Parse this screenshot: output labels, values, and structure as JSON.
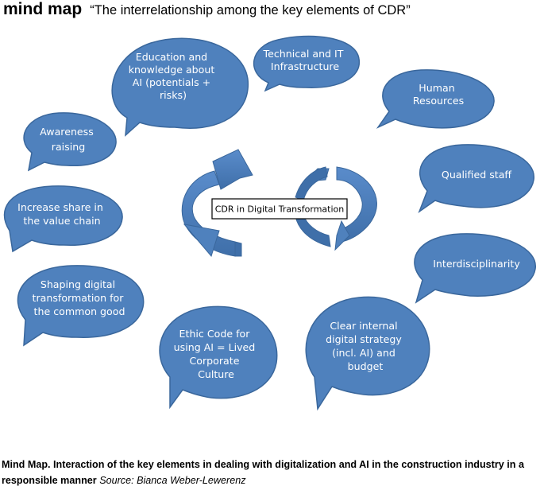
{
  "header": {
    "title": "mind map",
    "subtitle": "“The interrelationship among the key elements of CDR”"
  },
  "center": {
    "label": "CDR in Digital Transformation"
  },
  "bubbles": [
    {
      "id": "education",
      "lines": [
        "Education and",
        "knowledge about",
        "AI (potentials +",
        "risks)"
      ]
    },
    {
      "id": "technical",
      "lines": [
        "Technical and IT",
        "Infrastructure"
      ]
    },
    {
      "id": "human",
      "lines": [
        "Human",
        "Resources"
      ]
    },
    {
      "id": "awareness",
      "lines": [
        "Awareness",
        "raising"
      ]
    },
    {
      "id": "qualified",
      "lines": [
        "Qualified staff"
      ]
    },
    {
      "id": "share",
      "lines": [
        "Increase share in",
        "the value chain"
      ]
    },
    {
      "id": "interdisciplinarity",
      "lines": [
        "Interdisciplinarity"
      ]
    },
    {
      "id": "shaping",
      "lines": [
        "Shaping digital",
        "transformation for",
        "the common good"
      ]
    },
    {
      "id": "ethic",
      "lines": [
        "Ethic Code for",
        "using AI = Lived",
        "Corporate",
        "Culture"
      ]
    },
    {
      "id": "strategy",
      "lines": [
        "Clear internal",
        "digital strategy",
        "(incl. AI) and",
        "budget"
      ]
    }
  ],
  "caption": {
    "text": "Mind Map. Interaction of the key elements in dealing with digitalization and AI in the construction industry in a responsible manner",
    "source": "Source: Bianca Weber-Lewerenz"
  },
  "colors": {
    "bubble_fill": "#4f81bd",
    "bubble_stroke": "#3a679c",
    "arrow_fill": "#4f81bd",
    "arrow_dark": "#2f5b8e"
  }
}
